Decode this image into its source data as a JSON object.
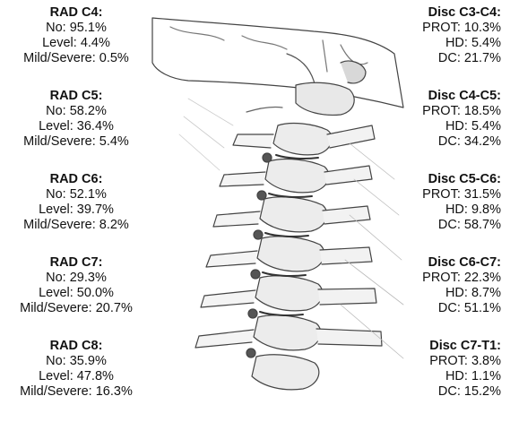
{
  "rad": [
    {
      "title": "RAD C4:",
      "no": "No: 95.1%",
      "level": "Level: 4.4%",
      "mild": "Mild/Severe: 0.5%"
    },
    {
      "title": "RAD C5:",
      "no": "No: 58.2%",
      "level": "Level: 36.4%",
      "mild": "Mild/Severe: 5.4%"
    },
    {
      "title": "RAD C6:",
      "no": "No: 52.1%",
      "level": "Level: 39.7%",
      "mild": "Mild/Severe: 8.2%"
    },
    {
      "title": "RAD C7:",
      "no": "No: 29.3%",
      "level": "Level: 50.0%",
      "mild": "Mild/Severe: 20.7%"
    },
    {
      "title": "RAD C8:",
      "no": "No: 35.9%",
      "level": "Level: 47.8%",
      "mild": "Mild/Severe: 16.3%"
    }
  ],
  "disc": [
    {
      "title": "Disc C3-C4:",
      "prot": "PROT: 10.3%",
      "hd": "HD: 5.4%",
      "dc": "DC: 21.7%"
    },
    {
      "title": "Disc C4-C5:",
      "prot": "PROT: 18.5%",
      "hd": "HD: 5.4%",
      "dc": "DC: 34.2%"
    },
    {
      "title": "Disc C5-C6:",
      "prot": "PROT: 31.5%",
      "hd": "HD: 9.8%",
      "dc": "DC: 58.7%"
    },
    {
      "title": "Disc C6-C7:",
      "prot": "PROT: 22.3%",
      "hd": "HD: 8.7%",
      "dc": "DC: 51.1%"
    },
    {
      "title": "Disc C7-T1:",
      "prot": "PROT: 3.8%",
      "hd": "HD: 1.1%",
      "dc": "DC: 15.2%"
    }
  ]
}
